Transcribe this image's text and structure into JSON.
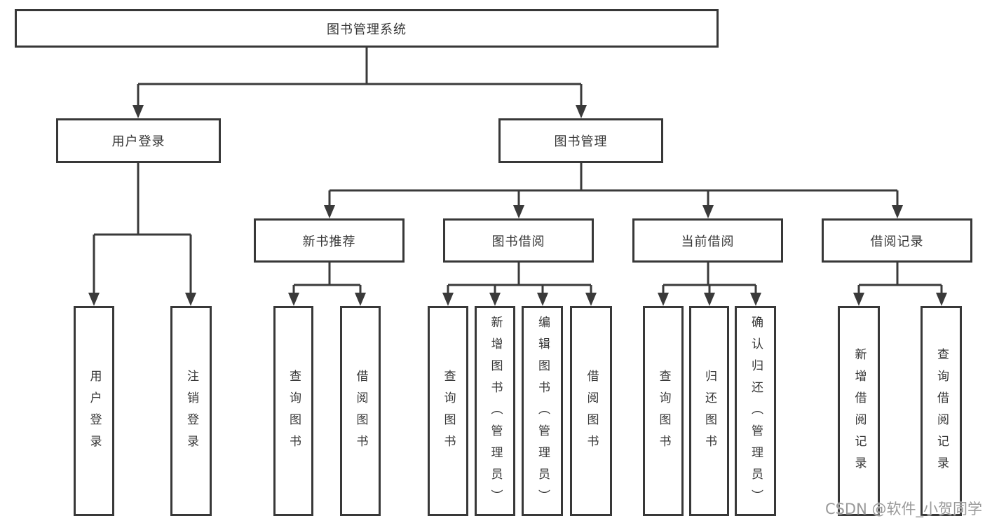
{
  "diagram": {
    "root": {
      "label": "图书管理系统"
    },
    "level2": [
      {
        "label": "用户登录"
      },
      {
        "label": "图书管理"
      }
    ],
    "level3": [
      {
        "label": "新书推荐"
      },
      {
        "label": "图书借阅"
      },
      {
        "label": "当前借阅"
      },
      {
        "label": "借阅记录"
      }
    ],
    "leaves": [
      {
        "label": "用户登录"
      },
      {
        "label": "注销登录"
      },
      {
        "label": "查询图书"
      },
      {
        "label": "借阅图书"
      },
      {
        "label": "查询图书"
      },
      {
        "label": "新增图书（管理员）"
      },
      {
        "label": "编辑图书（管理员）"
      },
      {
        "label": "借阅图书"
      },
      {
        "label": "查询图书"
      },
      {
        "label": "归还图书"
      },
      {
        "label": "确认归还（管理员）"
      },
      {
        "label": "新增借阅记录"
      },
      {
        "label": "查询借阅记录"
      }
    ]
  },
  "watermark": {
    "text": "CSDN @软件_小贺同学",
    "color": "#9a9a9a"
  },
  "colors": {
    "border": "#383838",
    "line": "#3a3a3a",
    "text": "#363636",
    "background": "#ffffff"
  }
}
